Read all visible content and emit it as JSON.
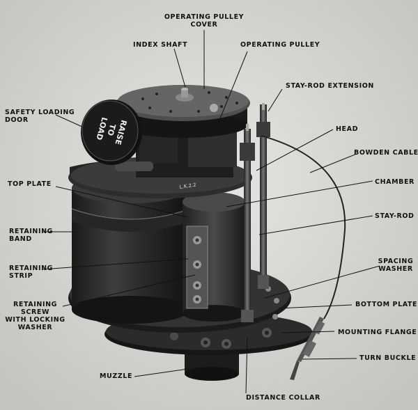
{
  "labels": {
    "operating_pulley_cover": "OPERATING PULLEY\nCOVER",
    "index_shaft": "INDEX SHAFT",
    "operating_pulley": "OPERATING PULLEY",
    "stay_rod_extension": "STAY-ROD EXTENSION",
    "safety_loading_door": "SAFETY LOADING\nDOOR",
    "head": "HEAD",
    "bowden_cable": "BOWDEN CABLE",
    "top_plate": "TOP PLATE",
    "chamber": "CHAMBER",
    "retaining_band": "RETAINING\nBAND",
    "stay_rod": "STAY-ROD",
    "retaining_strip": "RETAINING\nSTRIP",
    "spacing_washer": "SPACING\nWASHER",
    "retaining_screw": "RETAINING\nSCREW\nWITH LOCKING\nWASHER",
    "bottom_plate": "BOTTOM PLATE",
    "mounting_flange": "MOUNTING FLANGE",
    "turn_buckle": "TURN BUCKLE",
    "muzzle": "MUZZLE",
    "distance_collar": "DISTANCE COLLAR"
  },
  "door_text": "RAISE\nTO\nLOAD",
  "plate_marking": "L.K.2.2"
}
